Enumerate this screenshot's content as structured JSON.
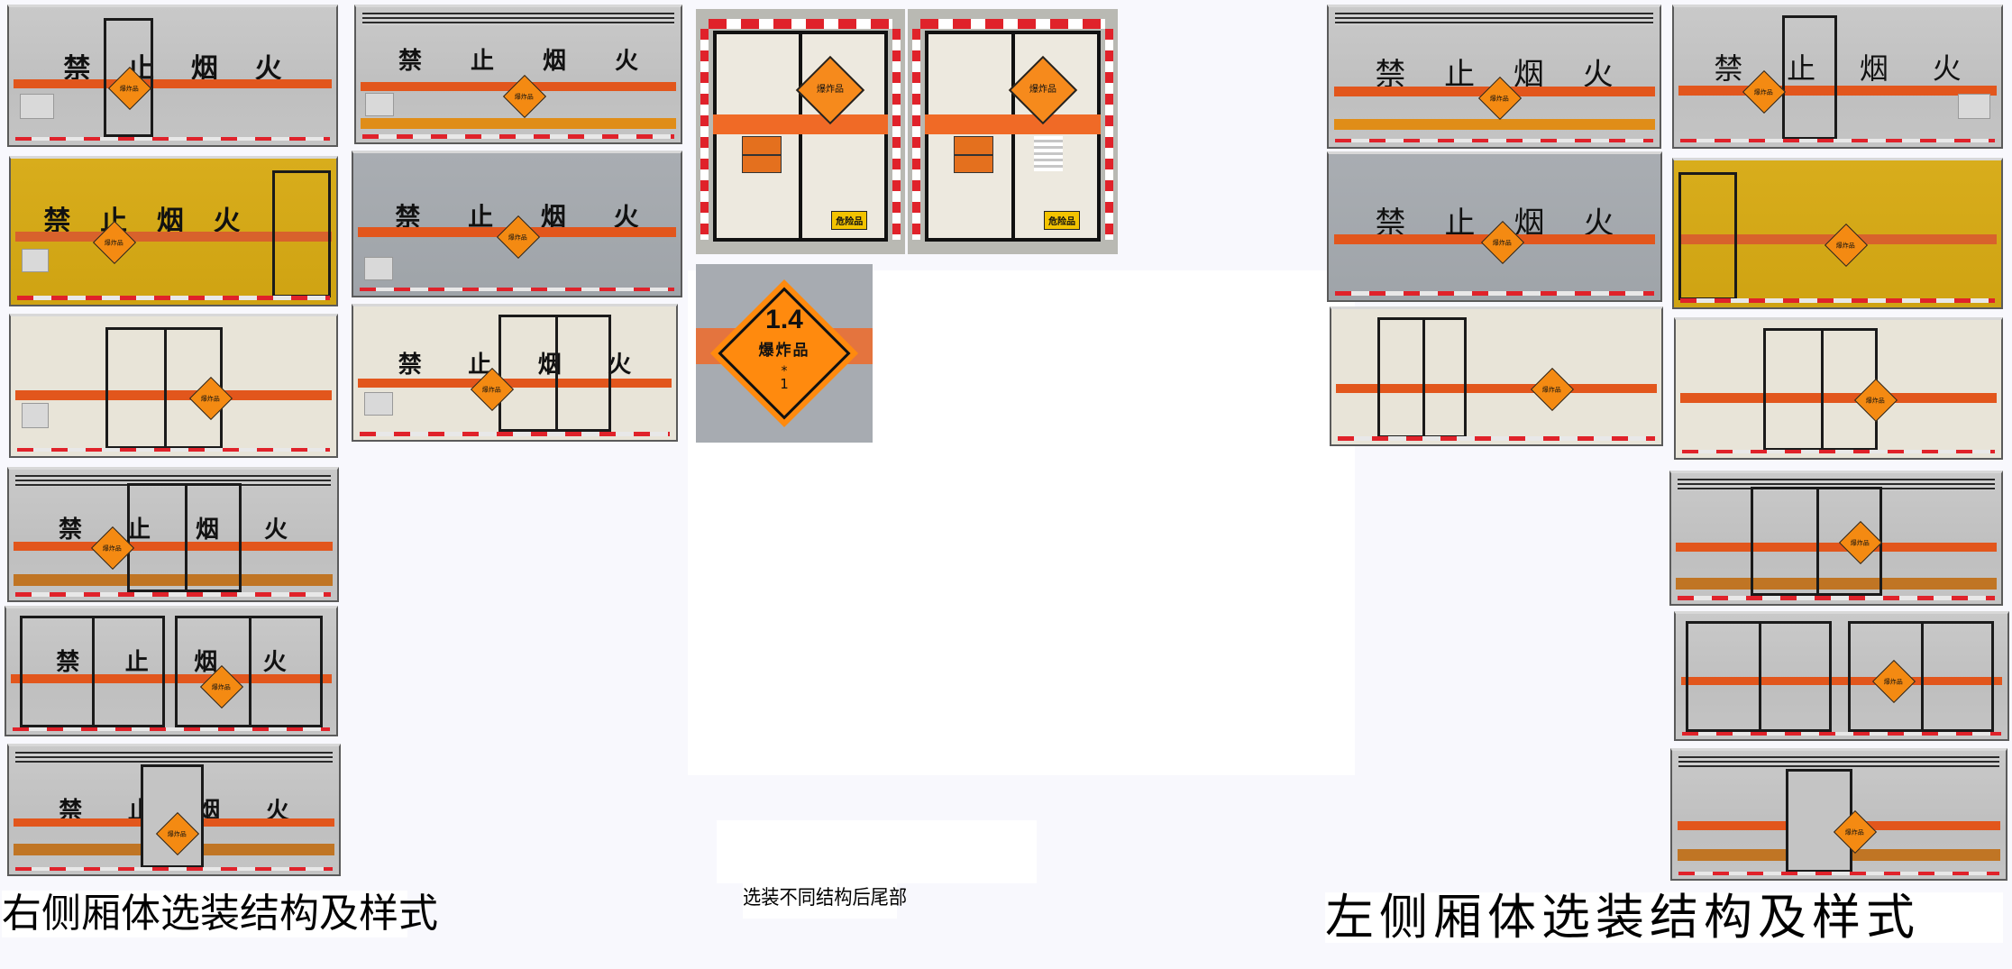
{
  "captions": {
    "right_side": "右侧厢体选装结构及样式",
    "rear": "选装不同结构后尾部",
    "left_side": "左侧厢体选装结构及样式"
  },
  "panel_text": {
    "warning_chars": [
      "禁",
      "止",
      "烟",
      "火"
    ],
    "explosive_label": "爆炸品",
    "hazard_badge": "危险品"
  },
  "placard": {
    "division": "1.4",
    "label": "爆炸品",
    "star": "*",
    "group": "1"
  },
  "colors": {
    "band_orange": "#e2561c",
    "placard_orange": "#ff8a0e",
    "yellow_body": "#d8ad1c",
    "reflector_red": "#e0222a",
    "badge_yellow": "#f3c300"
  }
}
